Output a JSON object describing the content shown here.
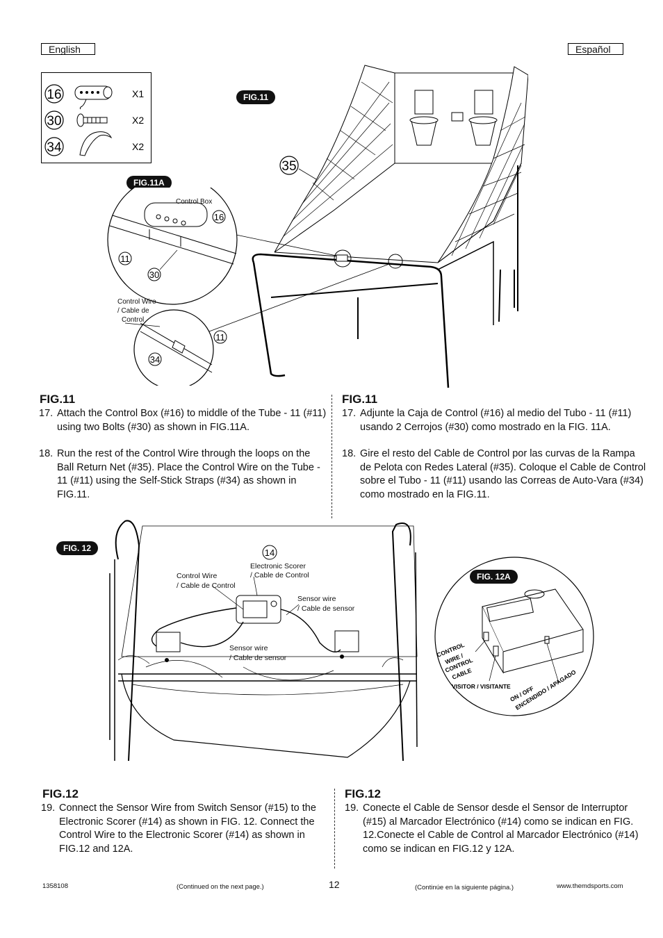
{
  "header": {
    "lang_left": "English",
    "lang_right": "Español"
  },
  "parts": [
    {
      "num": "16",
      "qty": "X1",
      "icon": "control-box-icon"
    },
    {
      "num": "30",
      "qty": "X2",
      "icon": "bolt-icon"
    },
    {
      "num": "34",
      "qty": "X2",
      "icon": "strap-icon"
    }
  ],
  "fig11": {
    "pill": "FIG.11",
    "callout_35": "35",
    "detail_pill": "FIG.11A",
    "control_box_label": "Control Box",
    "c16": "16",
    "c11a": "11",
    "c30": "30",
    "c11b": "11",
    "c34": "34",
    "wire_label_1": "Control Wire",
    "wire_label_2": "/ Cable de",
    "wire_label_3": "Control"
  },
  "section11": {
    "en": {
      "heading": "FIG.11",
      "steps": [
        {
          "num": "17.",
          "text": "Attach the Control Box (#16) to middle of the Tube - 11 (#11) using two Bolts (#30) as shown in FIG.11A."
        },
        {
          "num": "18.",
          "text": "Run the rest of the Control Wire through the loops on the Ball Return Net (#35). Place the Control Wire on the Tube - 11 (#11) using the Self-Stick Straps (#34) as shown in FIG.11."
        }
      ]
    },
    "es": {
      "heading": "FIG.11",
      "steps": [
        {
          "num": "17.",
          "text": "Adjunte la Caja de Control (#16) al medio del Tubo - 11 (#11) usando 2 Cerrojos (#30) como mostrado en la FIG. 11A."
        },
        {
          "num": "18.",
          "text": "Gire el resto del Cable de Control por las curvas de la Rampa de Pelota con Redes Lateral (#35). Coloque el Cable de Control sobre el Tubo - 11 (#11) usando las Correas de Auto-Vara (#34) como mostrado en la FIG.11."
        }
      ]
    }
  },
  "fig12": {
    "pill": "FIG. 12",
    "c14": "14",
    "scorer_1": "Electronic Scorer",
    "scorer_2": "/ Cable de Control",
    "cw_1": "Control Wire",
    "cw_2": "/ Cable de Control",
    "sr_1": "Sensor wire",
    "sr_2": "/ Cable de sensor",
    "sb_1": "Sensor wire",
    "sb_2": "/ Cable de sensor",
    "detail_pill": "FIG. 12A",
    "control_wire_cable": "CONTROL WIRE / CONTROL CABLE",
    "visitor": "VISITOR / VISITANTE",
    "onoff": "ON / OFF ENCENDIDO / APAGADO"
  },
  "section12": {
    "en": {
      "heading": "FIG.12",
      "steps": [
        {
          "num": "19.",
          "text": "Connect the Sensor Wire from Switch Sensor (#15) to the Electronic Scorer (#14) as shown in FIG. 12. Connect the Control Wire to the Electronic Scorer (#14) as shown in FIG.12 and 12A."
        }
      ]
    },
    "es": {
      "heading": "FIG.12",
      "steps": [
        {
          "num": "19.",
          "text": "Conecte el Cable de Sensor desde el Sensor de Interruptor (#15) al Marcador Electrónico (#14) como se indican en FIG. 12.Conecte el Cable de Control al Marcador Electrónico (#14) como se indican en FIG.12 y 12A."
        }
      ]
    }
  },
  "footer": {
    "code": "1358108",
    "continued_en": "(Continued on the next page.)",
    "page": "12",
    "continued_es": "(Continúe en la siguiente página.)",
    "url": "www.themdsports.com"
  }
}
